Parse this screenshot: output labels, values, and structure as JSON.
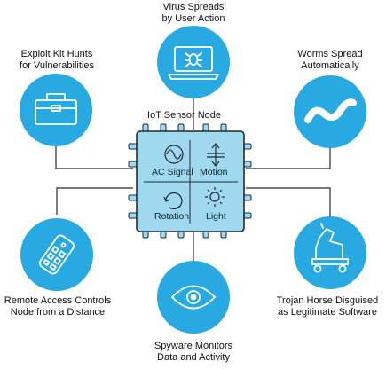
{
  "center": {
    "title": "IIoT Sensor Node",
    "sensors": [
      "AC Signal",
      "Motion",
      "Rotation",
      "Light"
    ]
  },
  "threats": {
    "virus": [
      "Virus Spreads",
      "by User Action"
    ],
    "exploit": [
      "Exploit Kit Hunts",
      "for Vulnerabilities"
    ],
    "worms": [
      "Worms Spread",
      "Automatically"
    ],
    "remote": [
      "Remote Access Controls",
      "Node from a Distance"
    ],
    "trojan": [
      "Trojan Horse Disguised",
      "as Legitimate Software"
    ],
    "spyware": [
      "Spyware Monitors",
      "Data and Activity"
    ]
  },
  "colors": {
    "circle": "#29a9e1",
    "chip": "#9fd8ef",
    "chip_border": "#1d2b35",
    "lines": "#2a2a2a"
  },
  "icons": [
    "laptop-bug-icon",
    "toolbox-icon",
    "worm-icon",
    "remote-control-icon",
    "trojan-horse-icon",
    "eye-icon",
    "sine-wave-icon",
    "motion-icon",
    "rotation-icon",
    "sun-icon"
  ]
}
